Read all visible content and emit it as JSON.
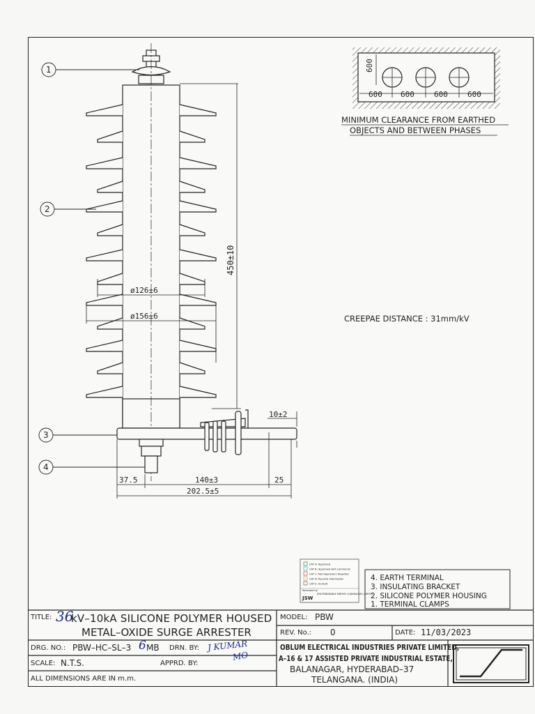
{
  "callouts": [
    "1",
    "2",
    "3",
    "4"
  ],
  "clearance": {
    "height_label": "600",
    "width_labels": [
      "600",
      "600",
      "600",
      "600"
    ],
    "caption_line1": "MINIMUM CLEARANCE FROM EARTHED",
    "caption_line2": "OBJECTS AND BETWEEN PHASES"
  },
  "dimensions": {
    "height": "450±10",
    "dia_small": "ø126±6",
    "dia_large": "ø156±6",
    "bracket_thickness": "10±2",
    "offset_left": "37.5",
    "offset_mid": "140±3",
    "offset_right": "25",
    "total_width": "202.5±5"
  },
  "creepage": "CREEPAE DISTANCE : 31mm/kV",
  "stamp": {
    "rows": [
      "CAT A: Approved",
      "CAT B: Approved with comments",
      "CAT C: Not Approved / Rejected",
      "CAT D: Records Information",
      "CAT E: As Built"
    ],
    "footer": "Reviewed by:",
    "brand": "JSW",
    "company": "JSW RENEWABLE ENERGY (VIJAYNAGAR) LIMITED"
  },
  "legend": [
    "4. EARTH TERMINAL",
    "3. INSULATING BRACKET",
    "2. SILICONE POLYMER HOUSING",
    "1. TERMINAL CLAMPS"
  ],
  "title_block": {
    "title_label": "TITLE:",
    "title_hand": "36",
    "title_line1": "kV–10kA SILICONE POLYMER HOUSED",
    "title_line2": "METAL–OXIDE SURGE ARRESTER",
    "model_label": "MODEL:",
    "model_value": "PBW",
    "rev_label": "REV. No.:",
    "rev_value": "0",
    "date_label": "DATE:",
    "date_value": "11/03/2023",
    "drg_label": "DRG. NO.:",
    "drg_value_prefix": "PBW–HC–SL–3",
    "drg_hand": "6",
    "drg_value_suffix": "MB",
    "drn_label": "DRN. BY:",
    "drn_hand": "J KUMAR",
    "scale_label": "SCALE:",
    "scale_value": "N.T.S.",
    "apprd_label": "APPRD. BY:",
    "apprd_hand": "MO",
    "note": "ALL DIMENSIONS ARE IN m.m.",
    "company_line1": "OBLUM ELECTRICAL INDUSTRIES PRIVATE LIMITED,",
    "company_line2": "A–16 & 17 ASSISTED PRIVATE INDUSTRIAL ESTATE,",
    "company_line3": "BALANAGAR, HYDERABAD–37",
    "company_line4": "TELANGANA. (INDIA)"
  }
}
